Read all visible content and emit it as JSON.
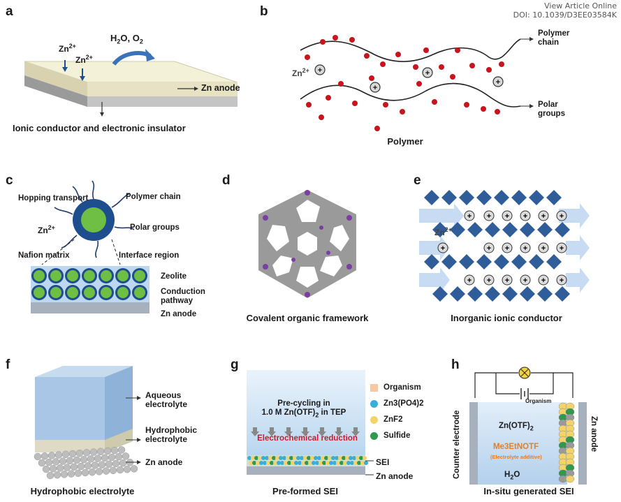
{
  "header": {
    "line1": "View Article Online",
    "line2": "DOI: 10.1039/D3EE03584K"
  },
  "panels": {
    "a": {
      "letter": "a",
      "zn1": "Zn",
      "zn2": "Zn",
      "sup": "2+",
      "h2o": "H",
      "h2o_sub": "2",
      "h2o_rest": "O,  O",
      "o2_sub": "2",
      "anode": "Zn anode",
      "caption": "Ionic conductor and electronic insulator"
    },
    "b": {
      "letter": "b",
      "zn": "Zn",
      "sup": "2+",
      "polymer_chain": "Polymer chain",
      "polar_groups": "Polar groups",
      "caption": "Polymer",
      "plus": "+"
    },
    "c": {
      "letter": "c",
      "hopping": "Hopping transport",
      "polymer_chain": "Polymer chain",
      "zn": "Zn",
      "sup": "2+",
      "polar_groups": "Polar groups",
      "nafion": "Nafion matrix",
      "interface": "Interface region",
      "zeolite": "Zeolite",
      "conduction": "Conduction pathway",
      "anode": "Zn anode"
    },
    "d": {
      "letter": "d",
      "caption": "Covalent organic framework"
    },
    "e": {
      "letter": "e",
      "zn": "Zn",
      "sup": "2+",
      "caption": "Inorganic ionic conductor",
      "plus": "+"
    },
    "f": {
      "letter": "f",
      "aqueous": "Aqueous electrolyte",
      "hydrophobic": "Hydrophobic electrolyte",
      "anode": "Zn anode",
      "caption": "Hydrophobic electrolyte"
    },
    "g": {
      "letter": "g",
      "precycling1": "Pre-cycling in",
      "precycling2": "1.0 M Zn(OTF)",
      "precycling2_sub": "2",
      "precycling2_rest": " in TEP",
      "reduction": "Electrochemical reduction",
      "sei": "SEI",
      "anode": "Zn anode",
      "caption": "Pre-formed SEI",
      "legend": [
        {
          "label": "Organism",
          "color": "#f5c9a6"
        },
        {
          "label": "Zn3(PO4)2",
          "color": "#3aaed8"
        },
        {
          "label": "ZnF2",
          "color": "#f3d36b"
        },
        {
          "label": "Sulfide",
          "color": "#2f9a4f"
        }
      ]
    },
    "h": {
      "letter": "h",
      "organism": "Organism",
      "counter": "Counter electrode",
      "anode": "Zn anode",
      "znotf": "Zn(OTF)",
      "znotf_sub": "2",
      "additive": "Me3EtNOTF",
      "additive_note": "(Electrolyte additive)",
      "h2o": "H",
      "h2o_sub": "2",
      "h2o_rest": "O",
      "caption": "In-situ generated SEI"
    }
  }
}
